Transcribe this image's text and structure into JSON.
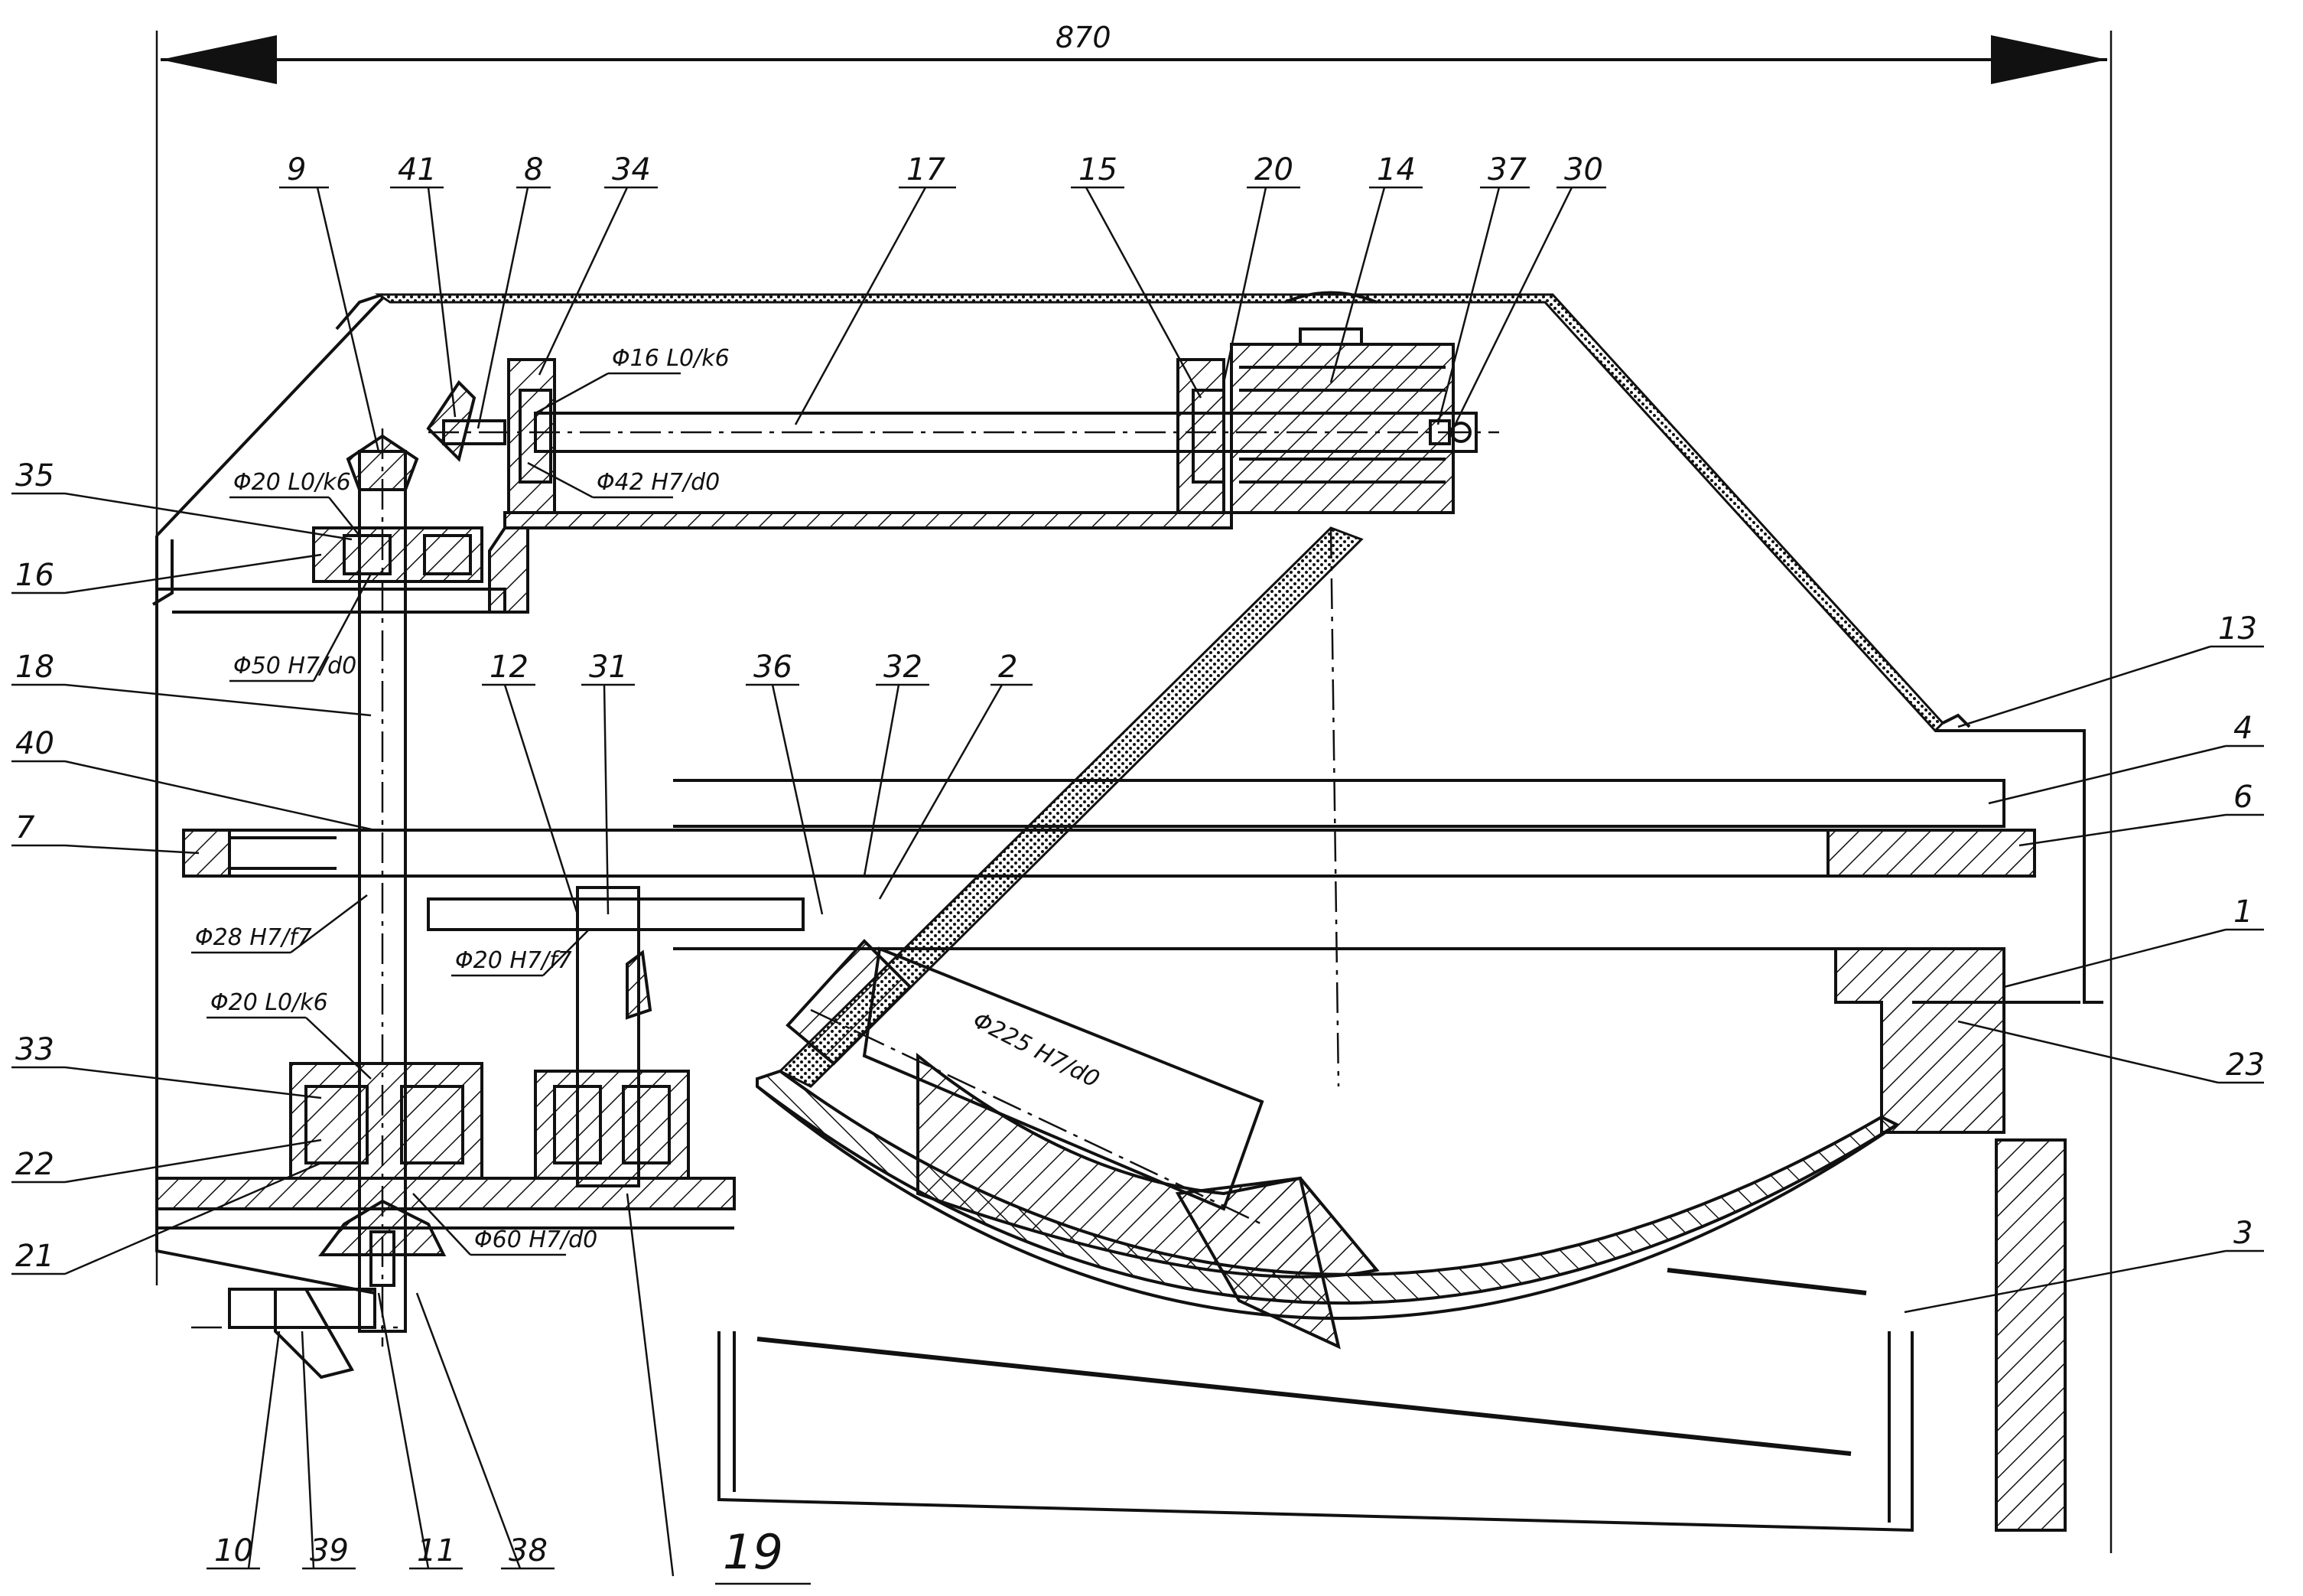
{
  "dimension": {
    "overall_width": "870"
  },
  "labels": {
    "n1": "1",
    "n2": "2",
    "n3": "3",
    "n4": "4",
    "n6": "6",
    "n7": "7",
    "n8": "8",
    "n9": "9",
    "n10": "10",
    "n11": "11",
    "n12": "12",
    "n13": "13",
    "n14": "14",
    "n15": "15",
    "n16": "16",
    "n17": "17",
    "n18": "18",
    "n19": "19",
    "n20": "20",
    "n21": "21",
    "n22": "22",
    "n23": "23",
    "n30": "30",
    "n31": "31",
    "n32": "32",
    "n33": "33",
    "n34": "34",
    "n35": "35",
    "n36": "36",
    "n37": "37",
    "n38": "38",
    "n39": "39",
    "n40": "40",
    "n41": "41"
  },
  "fits": {
    "f16_top": "Φ16 L0/k6",
    "f42": "Φ42 H7/d0",
    "f20_top": "Φ20 L0/k6",
    "f50": "Φ50 H7/d0",
    "f28": "Φ28 H7/f7",
    "f20_f7": "Φ20 H7/f7",
    "f20_low": "Φ20 L0/k6",
    "f60": "Φ60 H7/d0",
    "f225": "Φ225 H7/d0"
  }
}
